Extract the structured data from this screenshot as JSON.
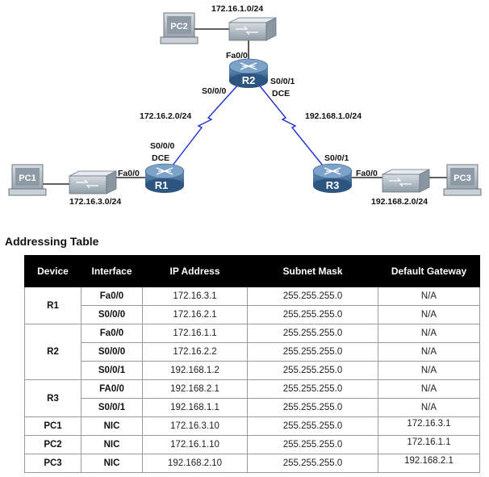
{
  "topology": {
    "devices": [
      {
        "id": "PC1",
        "label": "PC1"
      },
      {
        "id": "PC2",
        "label": "PC2"
      },
      {
        "id": "PC3",
        "label": "PC3"
      },
      {
        "id": "R1",
        "label": "R1"
      },
      {
        "id": "R2",
        "label": "R2"
      },
      {
        "id": "R3",
        "label": "R3"
      }
    ],
    "interface_labels": {
      "r2_fa": "Fa0/0",
      "r2_s000": "S0/0/0",
      "r2_s001": "S0/0/1",
      "r2_dce": "DCE",
      "r1_s000": "S0/0/0",
      "r1_dce": "DCE",
      "r1_fa": "Fa0/0",
      "r3_s001": "S0/0/1",
      "r3_fa": "Fa0/0"
    },
    "networks": {
      "lan_r2": "172.16.1.0/24",
      "wan_r1_r2": "172.16.2.0/24",
      "wan_r2_r3": "192.168.1.0/24",
      "lan_r1": "172.16.3.0/24",
      "lan_r3": "192.168.2.0/24"
    },
    "colors": {
      "router_body": "#3f6f9c",
      "serial_link": "#1a2ecf",
      "ethernet_link": "#000000",
      "switch_body": "#a8b3bd",
      "pc_body": "#b9c2ca"
    }
  },
  "table": {
    "title": "Addressing Table",
    "headers": [
      "Device",
      "Interface",
      "IP Address",
      "Subnet Mask",
      "Default Gateway"
    ],
    "groups": [
      {
        "device": "R1",
        "rows": [
          [
            "Fa0/0",
            "172.16.3.1",
            "255.255.255.0",
            "N/A"
          ],
          [
            "S0/0/0",
            "172.16.2.1",
            "255.255.255.0",
            "N/A"
          ]
        ]
      },
      {
        "device": "R2",
        "rows": [
          [
            "Fa0/0",
            "172.16.1.1",
            "255.255.255.0",
            "N/A"
          ],
          [
            "S0/0/0",
            "172.16.2.2",
            "255.255.255.0",
            "N/A"
          ],
          [
            "S0/0/1",
            "192.168.1.2",
            "255.255.255.0",
            "N/A"
          ]
        ]
      },
      {
        "device": "R3",
        "rows": [
          [
            "FA0/0",
            "192.168.2.1",
            "255.255.255.0",
            "N/A"
          ],
          [
            "S0/0/1",
            "192.168.1.1",
            "255.255.255.0",
            "N/A"
          ]
        ]
      },
      {
        "device": "PC1",
        "rows": [
          [
            "NIC",
            "172.16.3.10",
            "255.255.255.0",
            "172.16.3.1"
          ]
        ]
      },
      {
        "device": "PC2",
        "rows": [
          [
            "NIC",
            "172.16.1.10",
            "255.255.255.0",
            "172.16.1.1"
          ]
        ]
      },
      {
        "device": "PC3",
        "rows": [
          [
            "NIC",
            "192.168.2.10",
            "255.255.255.0",
            "192.168.2.1"
          ]
        ]
      }
    ]
  }
}
